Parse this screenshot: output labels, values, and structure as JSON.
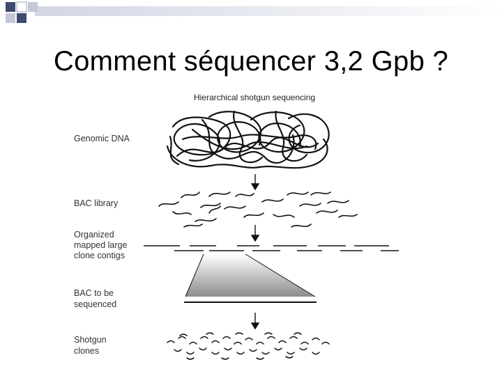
{
  "slide": {
    "title": "Comment séquencer 3,2 Gpb ?"
  },
  "figure": {
    "title": "Hierarchical shotgun sequencing",
    "labels": {
      "genomic_dna": "Genomic DNA",
      "bac_library": "BAC library",
      "contigs_line1": "Organized",
      "contigs_line2": "mapped large",
      "contigs_line3": "clone contigs",
      "bac_seq_line1": "BAC to be",
      "bac_seq_line2": "sequenced",
      "shotgun_line1": "Shotgun",
      "shotgun_line2": "clones"
    }
  },
  "colors": {
    "square_dark": "#3e4a6e",
    "square_light": "#c3c8d8",
    "bar_start": "#ced2e2",
    "ink": "#111111"
  }
}
